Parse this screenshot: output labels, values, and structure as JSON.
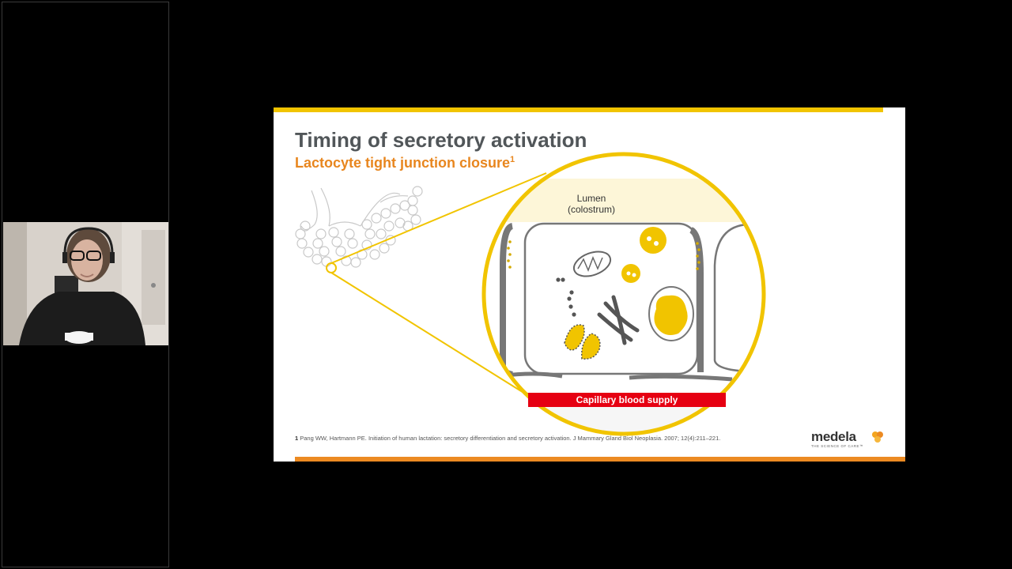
{
  "slide": {
    "title": "Timing of secretory activation",
    "subtitle": "Lactocyte tight junction closure",
    "subtitle_sup": "1",
    "lumen_line1": "Lumen",
    "lumen_line2": "(colostrum)",
    "capillary_label": "Capillary blood supply",
    "footnote_num": "1",
    "footnote_text": " Pang WW, Hartmann PE. Initiation of human lactation: secretory differentiation and secretory activation. J Mammary Gland Biol Neoplasia. 2007; 12(4):211–221.",
    "logo_word": "medela",
    "logo_tagline": "THE SCIENCE OF CARE™"
  },
  "colors": {
    "accent_yellow": "#f1c400",
    "accent_orange": "#ec8a22",
    "capillary_red": "#e60012",
    "title_gray": "#515659"
  },
  "icons": {
    "logo_mark": "medela-flower-icon"
  }
}
